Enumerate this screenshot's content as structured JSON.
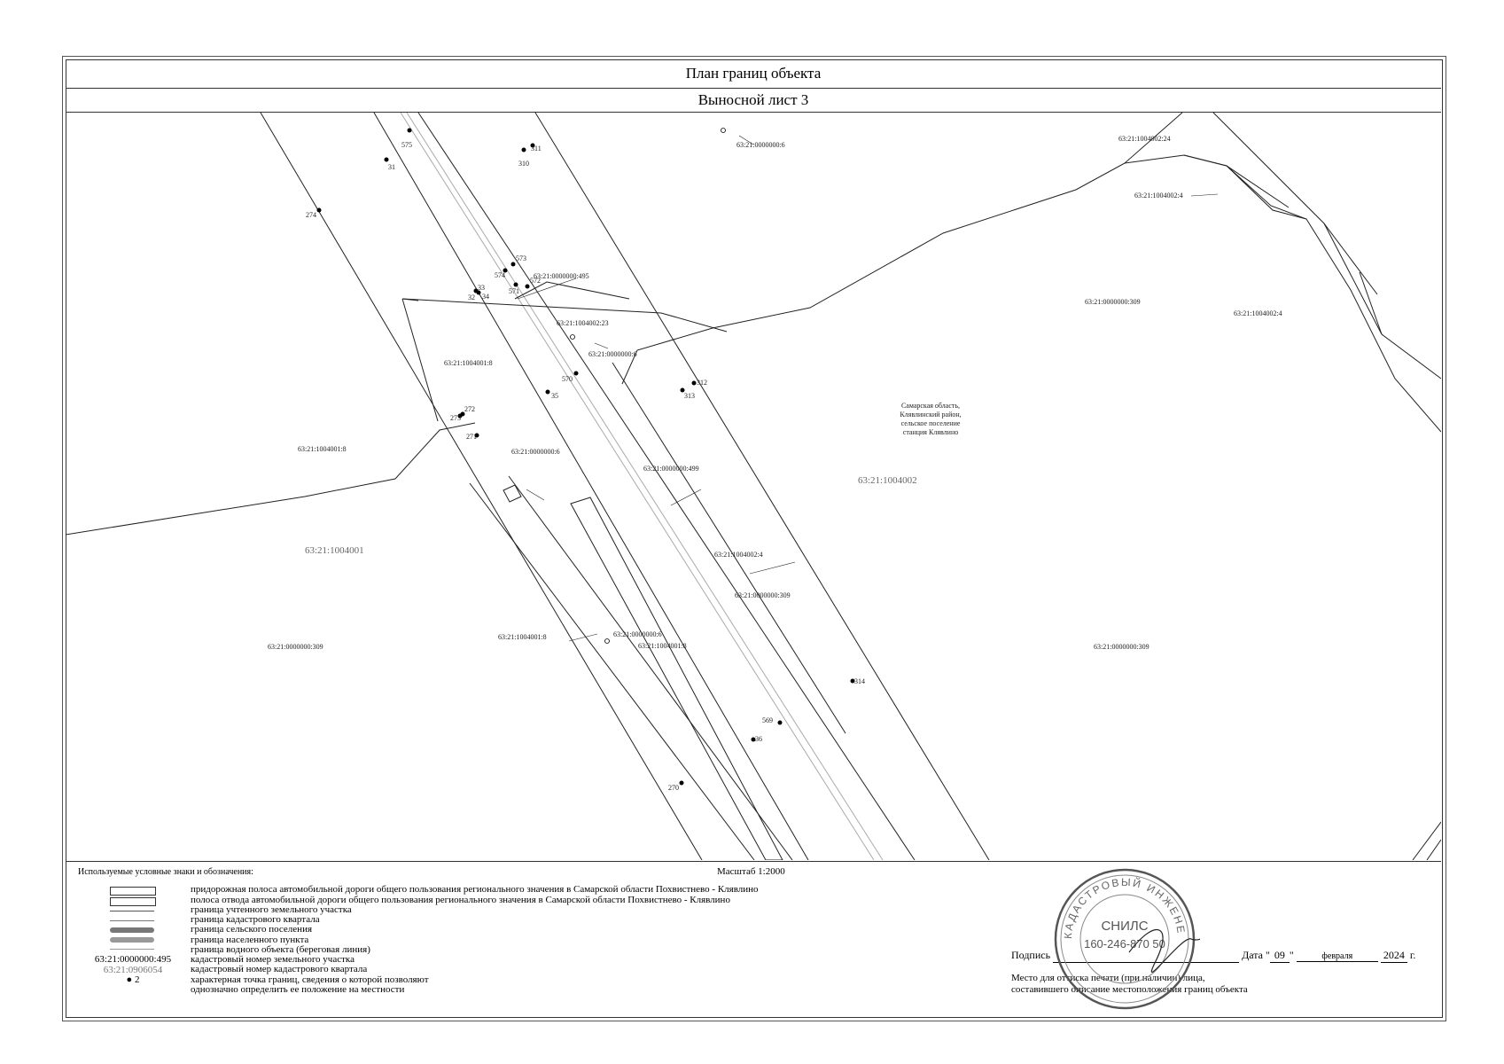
{
  "header": {
    "title": "План границ объекта",
    "subtitle": "Выносной лист 3"
  },
  "map": {
    "labels": [
      "63:21:0000000:6",
      "63:21:1004002:24",
      "63:21:1004002:4",
      "63:21:0000000:495",
      "63:21:1004002:23",
      "63:21:0000000:6",
      "63:21:1004001:8",
      "63:21:0000000:309",
      "63:21:1004002:4",
      "63:21:1004001:8",
      "63:21:0000000:6",
      "63:21:0000000:499",
      "63:21:1004002:4",
      "63:21:0000000:309",
      "63:21:1004001:8",
      "63:21:0000000:6",
      "63:21:1004001:8",
      "63:21:0000000:309",
      "63:21:0000000:309"
    ],
    "quarters": [
      "63:21:1004001",
      "63:21:1004002"
    ],
    "address": [
      "Самарская область,",
      "Клявлинский район,",
      "сельское поселение",
      "станция Клявлино"
    ],
    "points": [
      "575",
      "31",
      "311",
      "310",
      "274",
      "573",
      "574",
      "33",
      "32",
      "34",
      "571",
      "572",
      "570",
      "35",
      "312",
      "313",
      "272",
      "273",
      "271",
      "314",
      "569",
      "36",
      "270"
    ]
  },
  "legend": {
    "title": "Используемые условные знаки и обозначения:",
    "scale": "Масштаб 1:2000",
    "items": [
      "придорожная полоса автомобильной дороги общего пользования регионального значения в Самарской области Похвистнево - Клявлино",
      "полоса отвода автомобильной дороги общего пользования регионального значения в Самарской области Похвистнево - Клявлино",
      "граница учтенного земельного участка",
      "граница кадастрового квартала",
      "граница сельского поселения",
      "граница населенного пункта",
      "граница водного объекта (береговая линия)",
      "кадастровый номер земельного участка",
      "кадастровый номер кадастрового квартала",
      "характерная точка границ, сведения о которой позволяют",
      "однозначно определить ее положение на местности"
    ],
    "sample_parcel": "63:21:0000000:495",
    "sample_quarter": "63:21:0906054",
    "sample_point": "2"
  },
  "signature": {
    "label": "Подпись",
    "date_label": "Дата",
    "day": "09",
    "month": "февраля",
    "year": "2024",
    "year_suffix": "г.",
    "stamp_place_1": "Место для оттиска печати (при наличии) лица,",
    "stamp_place_2": "составившего описание местоположения границ объекта"
  },
  "stamp": {
    "org": "КАДАСТРОВЫЙ ИНЖЕНЕР",
    "code_label": "СНИЛС",
    "code": "160-246-870 50"
  }
}
